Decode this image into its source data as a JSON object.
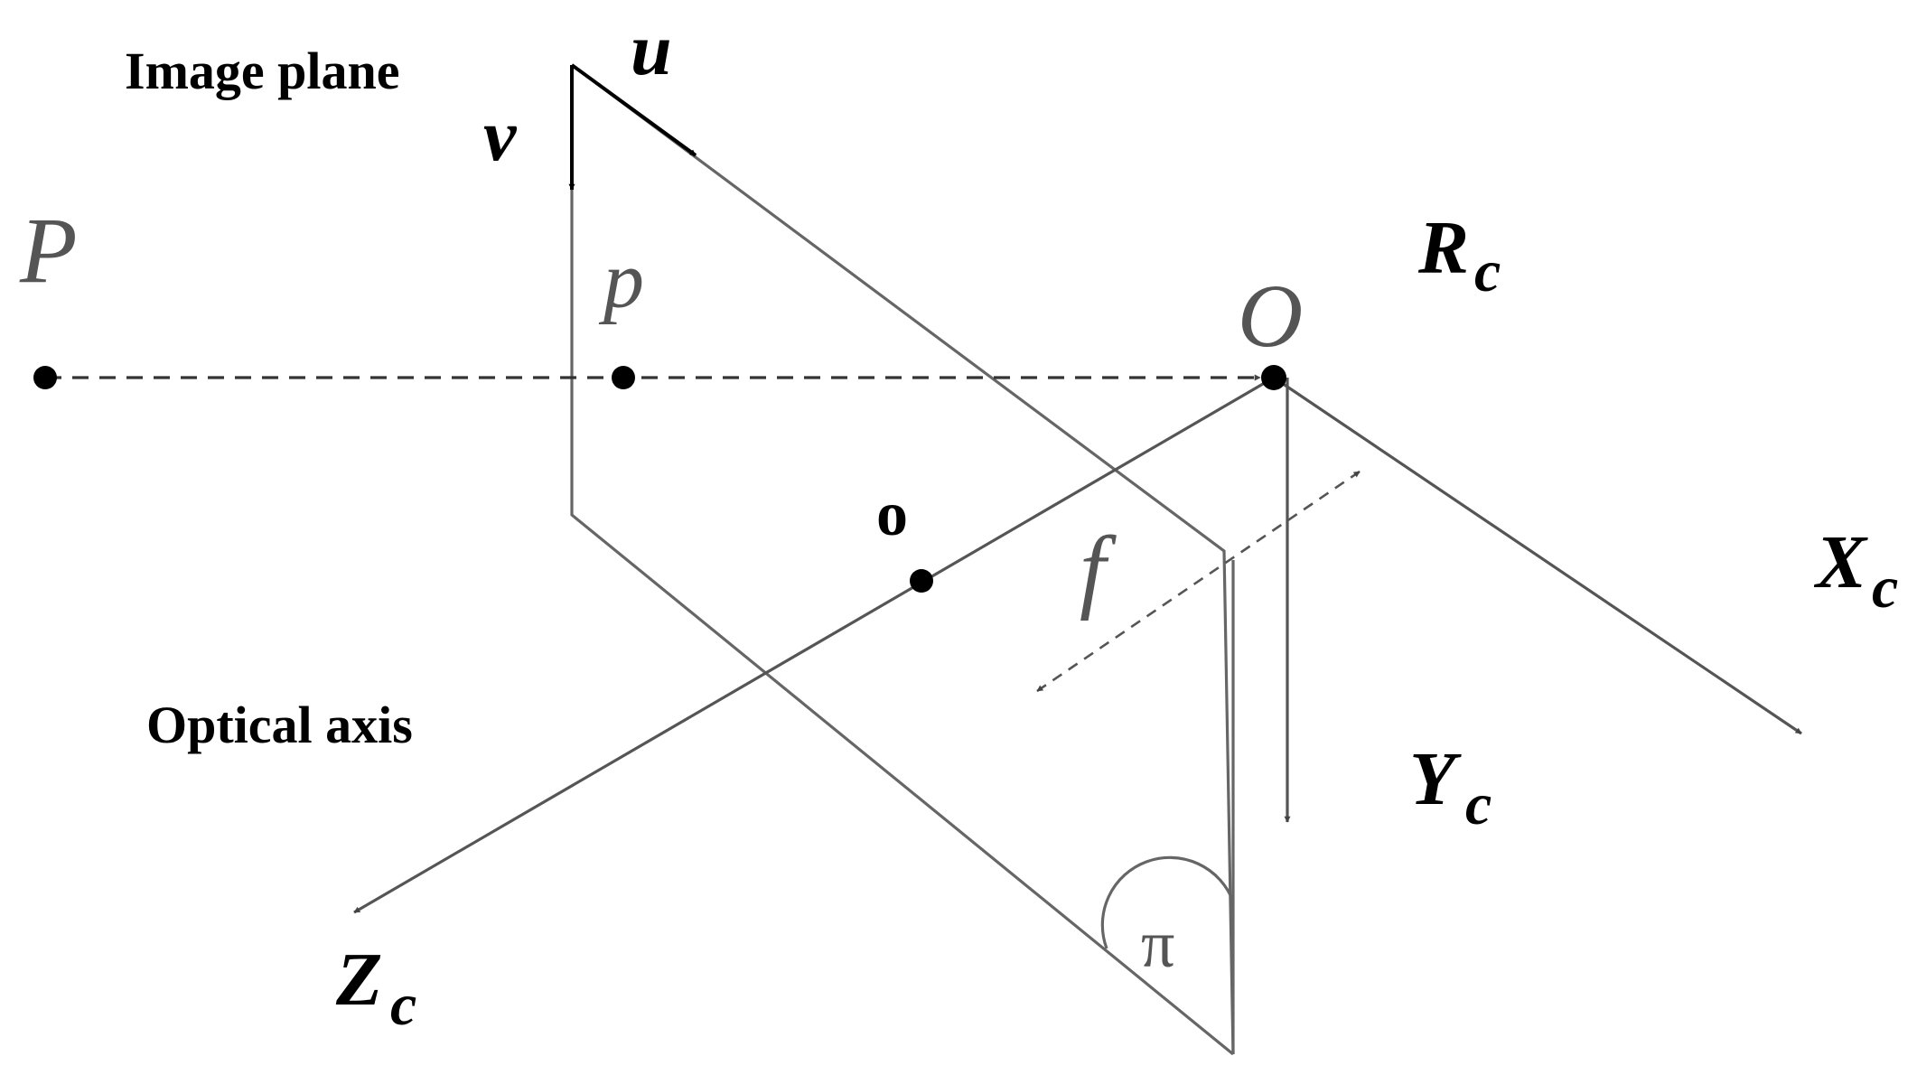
{
  "labels": {
    "image_plane": "Image plane",
    "optical_axis": "Optical axis",
    "u": "u",
    "v": "v",
    "P": "P",
    "p": "p",
    "O": "O",
    "o": "o",
    "f": "f",
    "pi": "π",
    "R": "R",
    "R_sub": "c",
    "X": "X",
    "X_sub": "c",
    "Y": "Y",
    "Y_sub": "c",
    "Z": "Z",
    "Z_sub": "c"
  },
  "colors": {
    "lines": "#666666",
    "ink": "#000000",
    "gray_text": "#555555"
  }
}
